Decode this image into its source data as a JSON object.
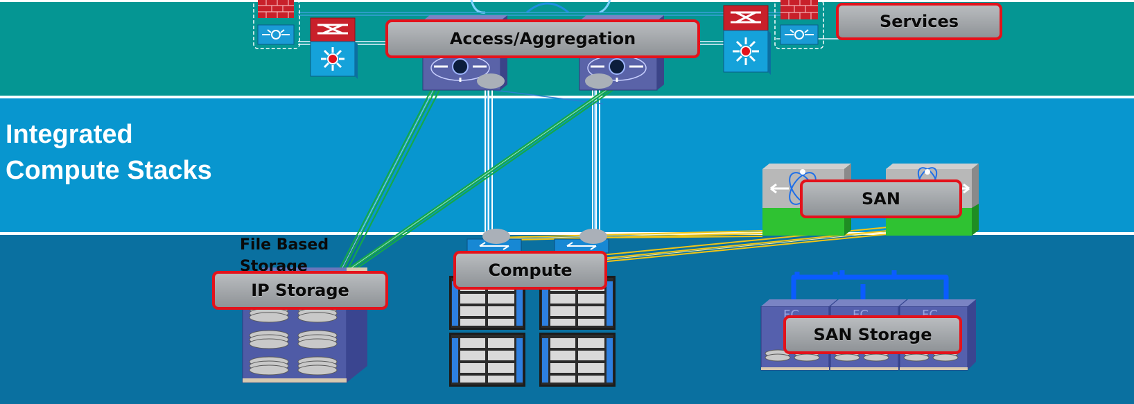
{
  "zones": {
    "compute_stacks_title": [
      "Integrated",
      "Compute Stacks"
    ]
  },
  "labels": {
    "services": "Services",
    "access_aggregation": "Access/Aggregation",
    "san": "SAN",
    "compute": "Compute",
    "ip_storage": "IP Storage",
    "san_storage": "SAN Storage",
    "file_based_storage": [
      "File Based",
      "Storage"
    ],
    "fc_tag": "FC"
  },
  "colors": {
    "accent_border": "#e3121b",
    "top_band": "#059693",
    "middle_band": "#0896cf",
    "bottom_band": "#0a70a0",
    "ip_link": "#15a84a",
    "storage_link": "#f2c515",
    "fc_link": "#0a5cff"
  },
  "icons": [
    "firewall-icon",
    "load-balancer-icon",
    "service-switch-icon",
    "aggregation-switch-icon",
    "fabric-switch-icon",
    "blade-chassis-icon",
    "disk-array-icon",
    "san-switch-icon"
  ]
}
